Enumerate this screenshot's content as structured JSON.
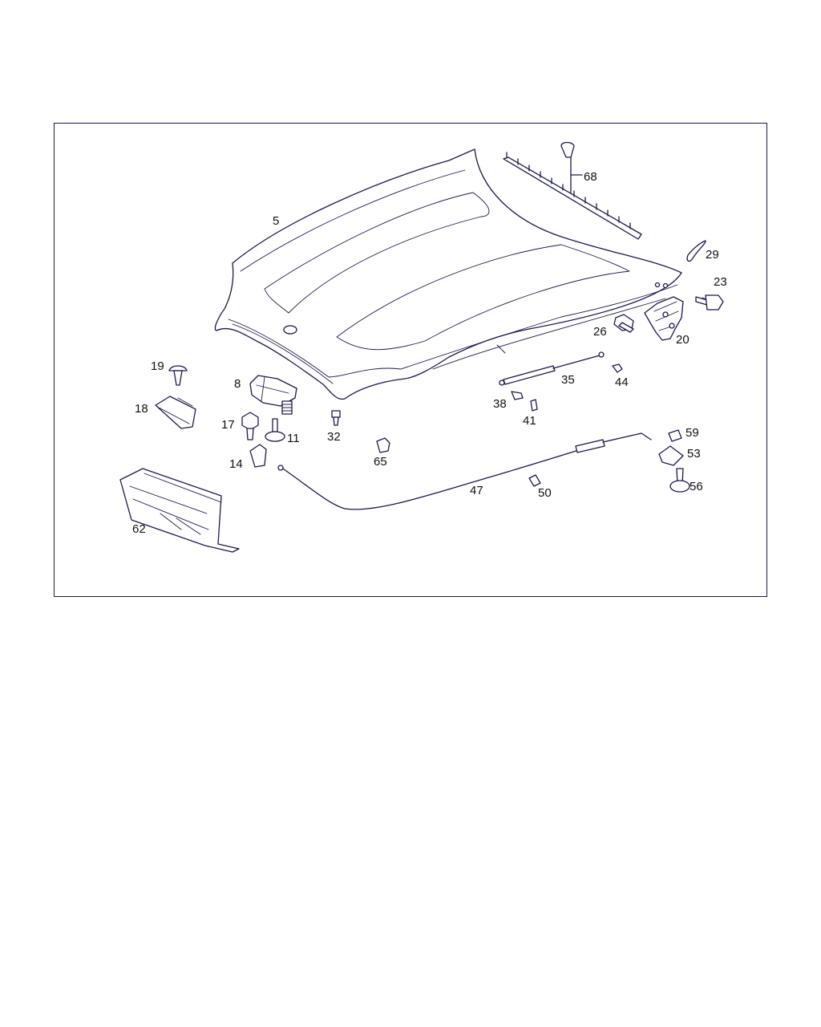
{
  "labels": {
    "p5": "5",
    "p68": "68",
    "p29": "29",
    "p23": "23",
    "p26": "26",
    "p20": "20",
    "p19": "19",
    "p8": "8",
    "p18": "18",
    "p17": "17",
    "p11": "11",
    "p14": "14",
    "p32": "32",
    "p35": "35",
    "p44": "44",
    "p38": "38",
    "p41": "41",
    "p65": "65",
    "p59": "59",
    "p53": "53",
    "p56": "56",
    "p47": "47",
    "p50": "50",
    "p62": "62"
  },
  "colors": {
    "line": "#1b1b4a",
    "text": "#111111",
    "background": "#ffffff"
  }
}
